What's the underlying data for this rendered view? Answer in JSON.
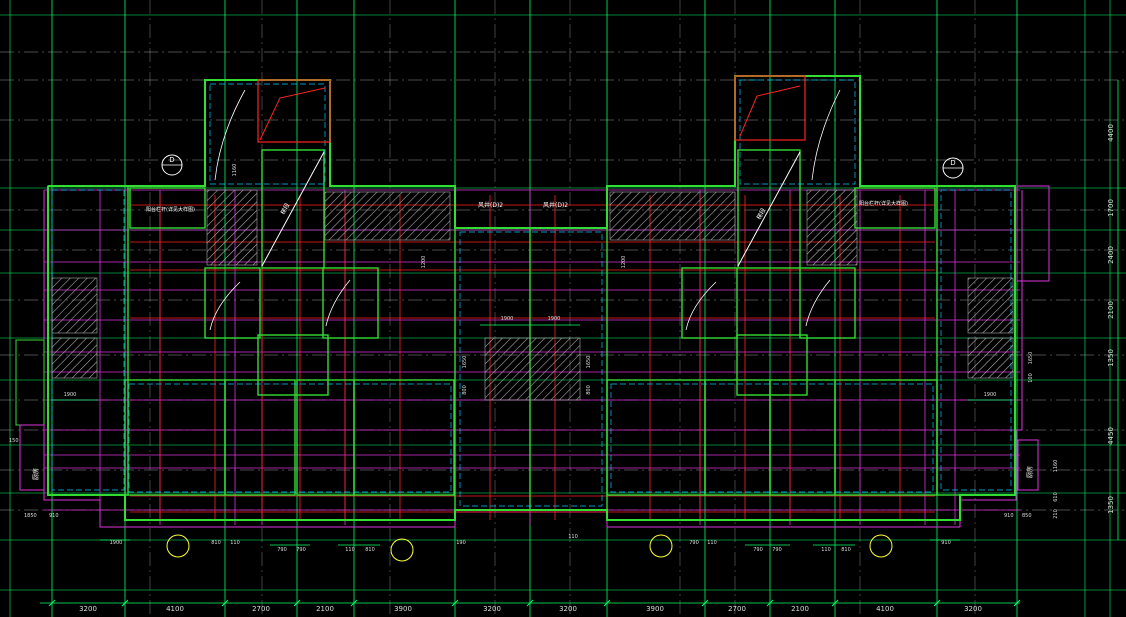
{
  "colors": {
    "background": "#000000",
    "axis_line": "#00ff66",
    "grid": "#d8d8d8",
    "wall": "#33dd33",
    "wall_inner": "#00c8ff",
    "beam_red": "#ff2222",
    "beam_magenta": "#dd33dd",
    "hatch": "#aaaaaa",
    "dim_text": "#dddddd",
    "circle": "#ffff33",
    "tag_white": "#ffffff"
  },
  "bottom_dims": [
    "3200",
    "4100",
    "2700",
    "2100",
    "3900",
    "3200",
    "3200",
    "3900",
    "2700",
    "2100",
    "4100",
    "3200"
  ],
  "right_dims": [
    "4400",
    "1700",
    "2400",
    "2100",
    "1350",
    "4450",
    "1350"
  ],
  "top_tags": [
    "风井(D)2",
    "风井(D)2"
  ],
  "side_tags": [
    "厨房",
    "厨房"
  ],
  "stair_labels": [
    "梯段",
    "梯段"
  ],
  "balcony_notes": [
    "阳台栏杆(详见大样图)",
    "阳台栏杆(详见大样图)"
  ],
  "axis_bubbles": [
    "D",
    "D"
  ],
  "small_dims": {
    "center_top": [
      "1900",
      "1900"
    ],
    "center_side": [
      "1650",
      "1650",
      "800",
      "800"
    ],
    "left_mid": "1900",
    "right_mid": "1900",
    "left_small": [
      "150",
      "1850",
      "910"
    ],
    "right_small": [
      "1650",
      "100",
      "1160",
      "610",
      "850",
      "910",
      "210"
    ],
    "bottom_row": [
      "1900",
      "810",
      "110",
      "790",
      "790",
      "110",
      "810",
      "190",
      "110",
      "110",
      "790",
      "790",
      "790",
      "110",
      "810",
      "910"
    ],
    "upper_side": [
      "1160",
      "1200",
      "1200"
    ]
  }
}
